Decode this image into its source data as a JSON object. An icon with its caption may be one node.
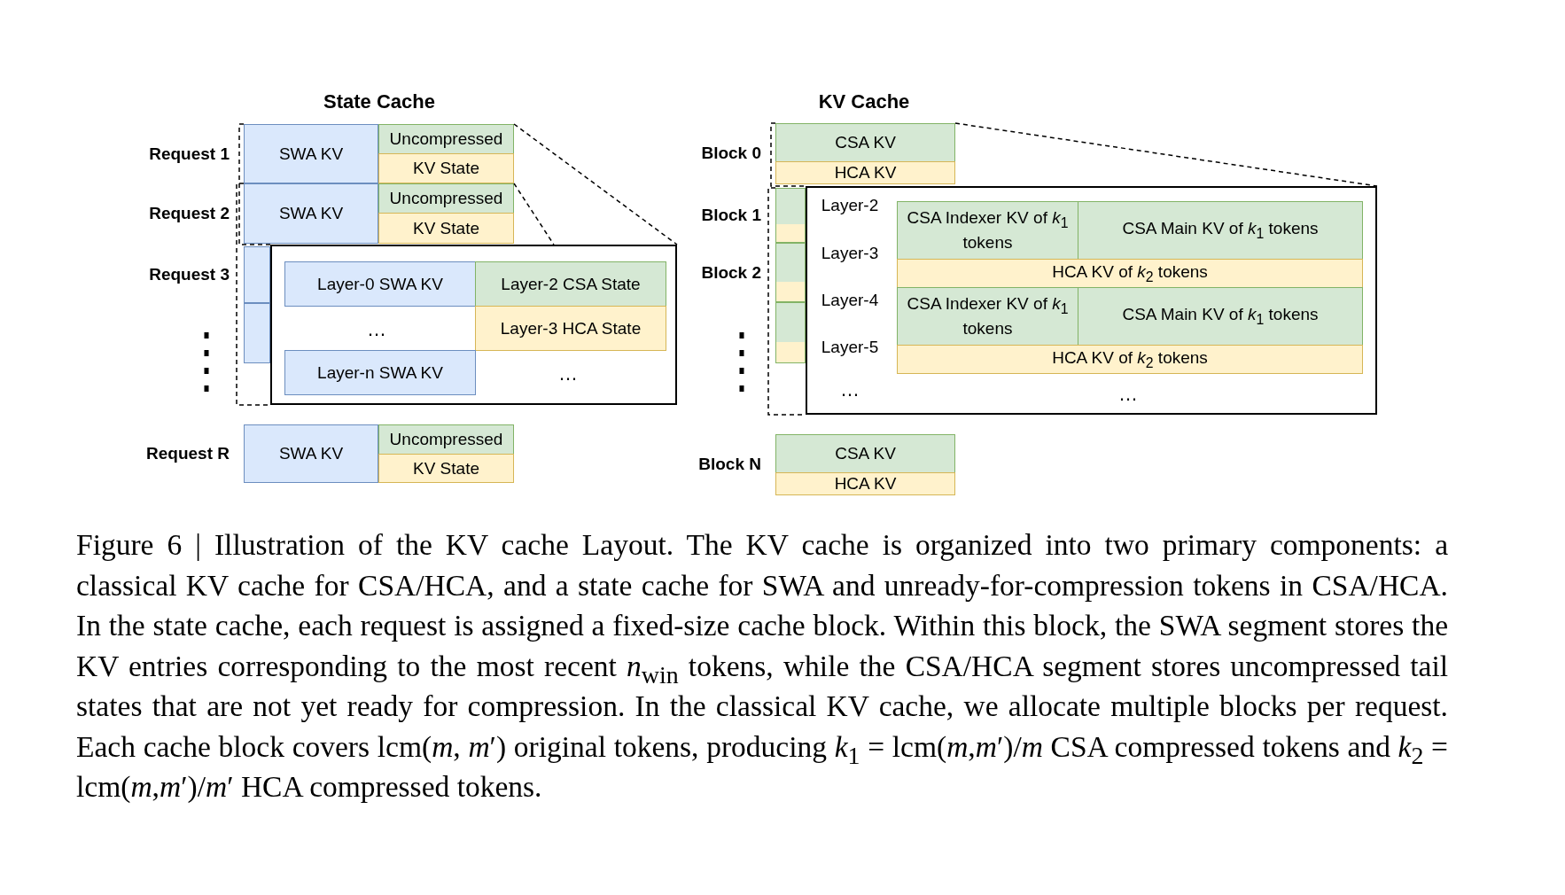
{
  "diagram": {
    "caption": "Figure 6 | Illustration of the KV cache Layout. The KV cache is organized into two primary components: a classical KV cache for CSA/HCA, and a state cache for SWA and unready-for-compression tokens in CSA/HCA. In the state cache, each request is assigned a fixed-size cache block. Within this block, the SWA segment stores the KV entries corresponding to the most recent *n*$_{win}$ tokens, while the CSA/HCA segment stores uncompressed tail states that are not yet ready for compression. In the classical KV cache, we allocate multiple blocks per request. Each cache block covers lcm(*m*, *m*′) original tokens, producing *k*$_{1}$ = lcm(*m*,*m*′)/*m* CSA compressed tokens and *k*$_{2}$ = lcm(*m*,*m*′)/*m*′ HCA compressed tokens.",
    "nodes": [
      {
        "text": [
          "Request 1"
        ]
      },
      {
        "text": [
          "SWA KV"
        ],
        "in": 0
      },
      {
        "text": [
          "Uncompressed"
        ],
        "in": 0
      },
      {
        "text": [
          "KV State"
        ],
        "in": 0
      },
      {
        "text": [
          "Request 2"
        ]
      },
      {
        "text": [
          "SWA KV"
        ],
        "in": 4
      },
      {
        "text": [
          "Uncompressed"
        ],
        "in": 4
      },
      {
        "text": [
          "KV State"
        ],
        "in": 4
      },
      {
        "text": [
          "Request 3"
        ]
      },
      {
        "text": [],
        "shape": "box"
      },
      {
        "text": [],
        "shape": "box"
      },
      {
        "text": [
          "Layer-0 SWA KV"
        ],
        "in": 10
      },
      {
        "text": [
          "Layer-2 CSA State"
        ],
        "in": 10
      },
      {
        "text": [
          "Layer-3 HCA State"
        ],
        "in": 10
      },
      {
        "text": [
          "Layer-n SWA KV"
        ],
        "in": 10
      },
      {
        "text": [
          "Request R"
        ]
      },
      {
        "text": [
          "SWA KV"
        ],
        "in": 15
      },
      {
        "text": [
          "Uncompressed"
        ],
        "in": 15
      },
      {
        "text": [
          "KV State"
        ],
        "in": 15
      },
      {
        "text": [
          "Block 0"
        ]
      },
      {
        "text": [
          "CSA KV"
        ],
        "in": 19
      },
      {
        "text": [
          "HCA KV"
        ],
        "in": 19
      },
      {
        "text": [
          "Block 1"
        ]
      },
      {
        "text": [
          "Block 2"
        ]
      },
      {
        "text": [],
        "shape": "box"
      },
      {
        "text": [],
        "shape": "box"
      },
      {
        "text": [
          "CSA Indexer KV of *k*$_{1}$ tokens"
        ],
        "in": 25
      },
      {
        "text": [
          "CSA Main KV of *k*$_{1}$ tokens"
        ],
        "in": 25
      },
      {
        "text": [
          "HCA KV of *k*$_{2}$ tokens"
        ],
        "in": 25
      },
      {
        "text": [
          "CSA Indexer KV of *k*$_{1}$ tokens"
        ],
        "in": 25
      },
      {
        "text": [
          "CSA Main KV of *k*$_{1}$ tokens"
        ],
        "in": 25
      },
      {
        "text": [
          "HCA KV of *k*$_{2}$ tokens"
        ],
        "in": 25
      },
      {
        "text": [
          "Block N"
        ]
      },
      {
        "text": [
          "CSA KV"
        ],
        "in": 32
      },
      {
        "text": [
          "HCA KV"
        ],
        "in": 32
      }
    ],
    "edges": [
      {
        "from": 1,
        "to": 10,
        "arrow": "none",
        "style": "dashed"
      },
      {
        "from": 5,
        "to": 10,
        "arrow": "none",
        "style": "dashed"
      },
      {
        "from": 2,
        "to": 10,
        "arrow": "none",
        "style": "dashed"
      },
      {
        "from": 6,
        "to": 10,
        "arrow": "none",
        "style": "dashed"
      },
      {
        "from": 20,
        "to": 25,
        "arrow": "none",
        "style": "dashed"
      },
      {
        "from": 22,
        "to": 25,
        "arrow": "none",
        "style": "dashed"
      },
      {
        "from": 20,
        "to": 25,
        "arrow": "none",
        "style": "dashed"
      }
    ],
    "labels": [
      "State Cache",
      "KV Cache",
      "…",
      "…",
      "Layer-2",
      "Layer-3",
      "Layer-4",
      "Layer-5",
      "…",
      "…"
    ]
  }
}
